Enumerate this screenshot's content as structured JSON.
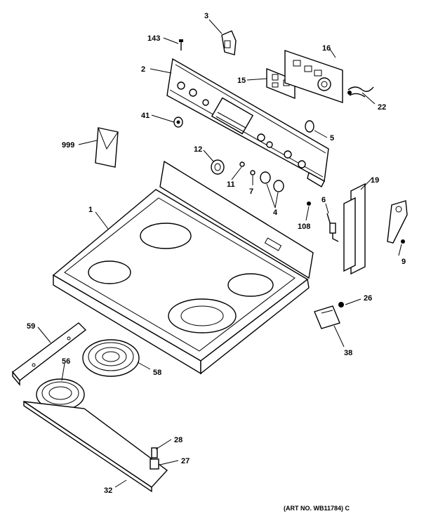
{
  "callouts": {
    "p1": "1",
    "p2": "2",
    "p3": "3",
    "p4": "4",
    "p5": "5",
    "p6": "6",
    "p7": "7",
    "p9": "9",
    "p11": "11",
    "p12": "12",
    "p15": "15",
    "p16": "16",
    "p19": "19",
    "p22": "22",
    "p26": "26",
    "p27": "27",
    "p28": "28",
    "p32": "32",
    "p38": "38",
    "p41": "41",
    "p56": "56",
    "p58": "58",
    "p59": "59",
    "p108": "108",
    "p143": "143",
    "p999": "999"
  },
  "art_number": "(ART NO. WB11784) C"
}
